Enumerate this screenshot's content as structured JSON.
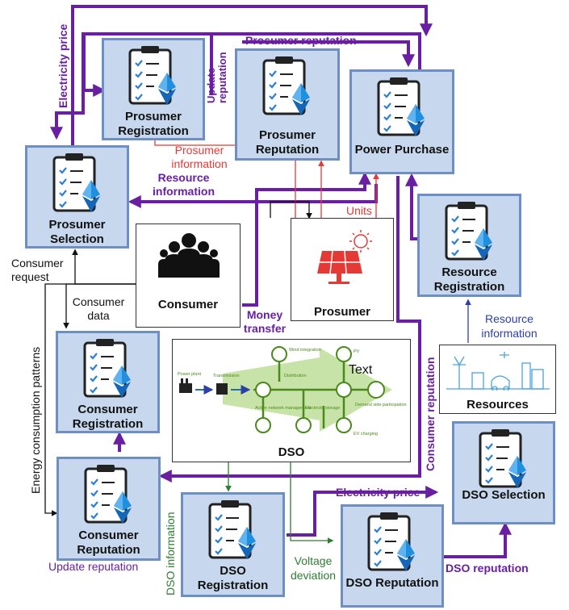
{
  "nodes": {
    "prosumer_registration": "Prosumer Registration",
    "prosumer_reputation": "Prosumer Reputation",
    "power_purchase": "Power Purchase",
    "prosumer_selection": "Prosumer Selection",
    "resource_registration": "Resource Registration",
    "consumer_registration": "Consumer Registration",
    "consumer_reputation": "Consumer Reputation",
    "dso_registration": "DSO Registration",
    "dso_reputation": "DSO Reputation",
    "dso_selection": "DSO Selection"
  },
  "actors": {
    "consumer": "Consumer",
    "prosumer": "Prosumer",
    "resources": "Resources",
    "dso": "DSO",
    "dso_text": "Text"
  },
  "dso_figure": {
    "power_plant": "Power plant",
    "transmission": "Transmission",
    "distribution": "Distribution",
    "wind_integration": "Wind integration",
    "pv": "PV",
    "active_network": "Active network management",
    "electricity_storage": "Electricity storage",
    "demand_side": "Demand side participation",
    "ev_charging": "EV charging"
  },
  "edges": {
    "electricity_price_top": "Electricity price",
    "update_reputation_top": "Update reputation",
    "prosumer_reputation": "Prosumer reputation",
    "prosumer_information": "Prosumer information",
    "resource_information_left": "Resource information",
    "units": "Units",
    "consumer_request": "Consumer request",
    "consumer_data": "Consumer data",
    "money_transfer": "Money transfer",
    "resource_information_right": "Resource information",
    "energy_consumption_patterns": "Energy consumption patterns",
    "consumer_reputation": "Consumer reputation",
    "electricity_price_bottom": "Electricity price",
    "dso_information": "DSO information",
    "update_reputation_bottom": "Update reputation",
    "voltage_deviation": "Voltage deviation",
    "dso_reputation": "DSO reputation"
  },
  "colors": {
    "node_fill": "#c6d7ee",
    "node_border": "#6d8fc4",
    "purple": "#6a1fa3",
    "red": "#e53935",
    "blue": "#2b3fa6",
    "green": "#2d7d32"
  }
}
